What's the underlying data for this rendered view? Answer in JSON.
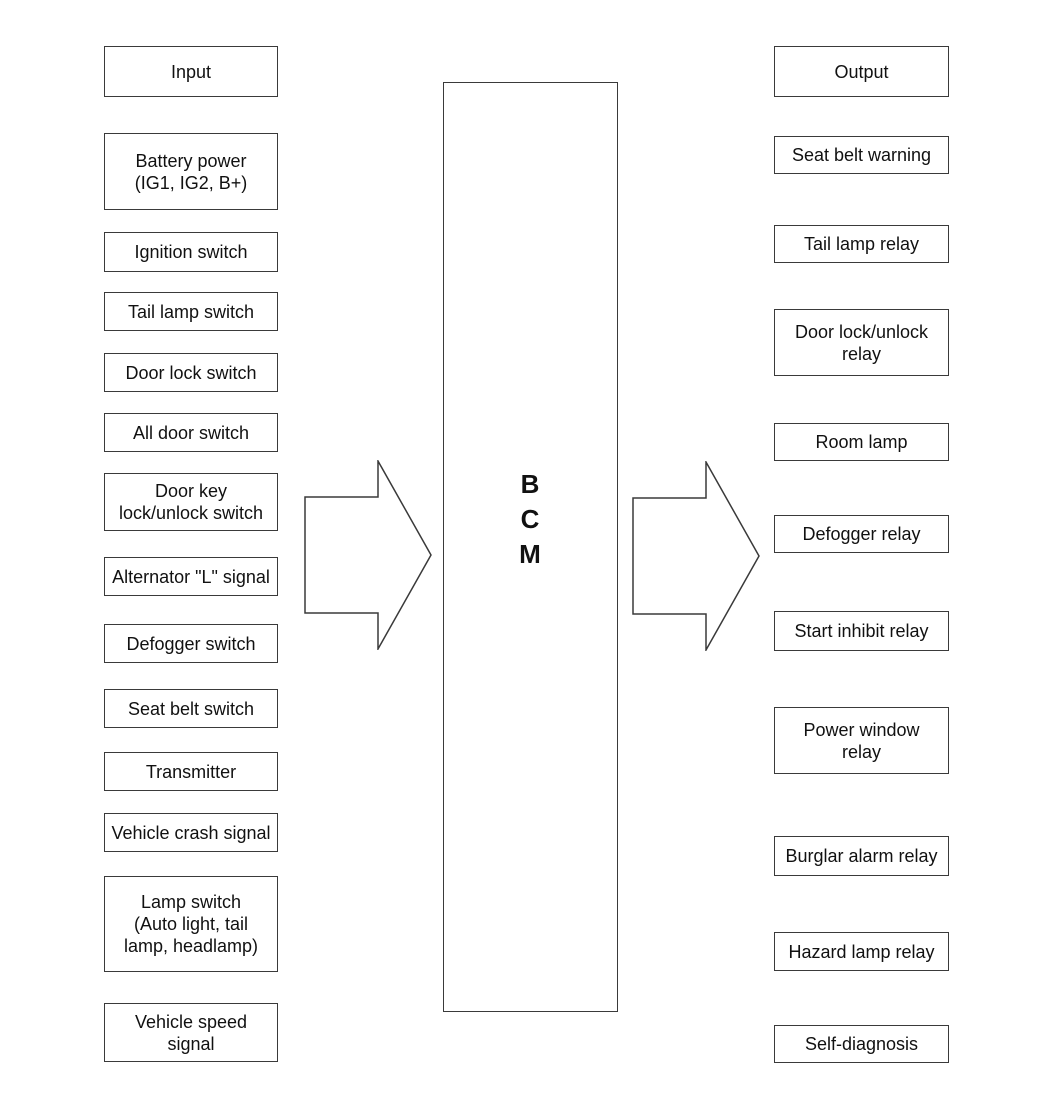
{
  "diagram": {
    "bcm": {
      "label": "B\nC\nM"
    },
    "input": {
      "header": "Input",
      "items": [
        "Battery power\n(IG1, IG2, B+)",
        "Ignition switch",
        "Tail lamp switch",
        "Door lock switch",
        "All door switch",
        "Door key\nlock/unlock switch",
        "Alternator \"L\" signal",
        "Defogger switch",
        "Seat belt switch",
        "Transmitter",
        "Vehicle crash signal",
        "Lamp switch\n(Auto light, tail\nlamp, headlamp)",
        "Vehicle speed\nsignal"
      ]
    },
    "output": {
      "header": "Output",
      "items": [
        "Seat belt warning",
        "Tail lamp relay",
        "Door lock/unlock\nrelay",
        "Room lamp",
        "Defogger relay",
        "Start inhibit relay",
        "Power window\nrelay",
        "Burglar alarm relay",
        "Hazard lamp relay",
        "Self-diagnosis"
      ]
    },
    "colors": {
      "background": "#ffffff",
      "border": "#3a3a3a",
      "text": "#111111"
    }
  }
}
